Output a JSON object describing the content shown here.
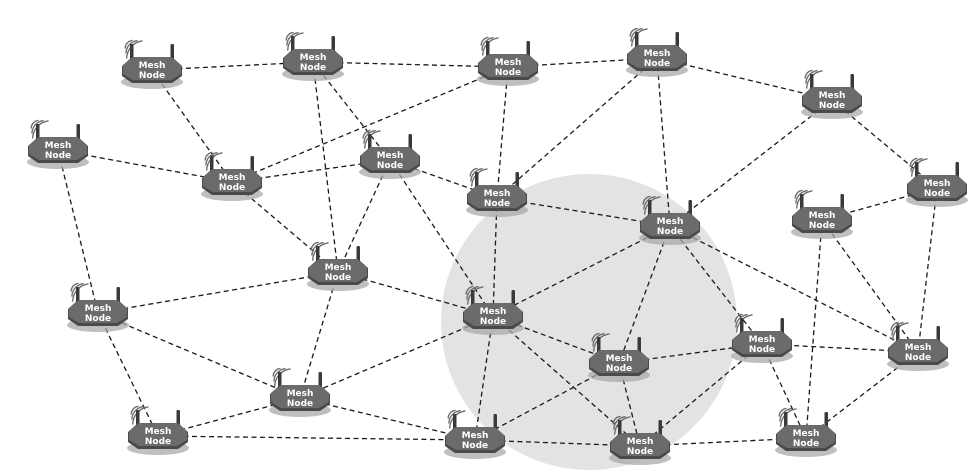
{
  "diagram": {
    "highlight_zone": {
      "fill": "#e3e3e3"
    },
    "node_style": {
      "body": "#6b6b6b",
      "body_dark": "#4a4a4a",
      "shadow": "#a9a9a9",
      "antenna": "#3a3a3a",
      "label_color": "#ffffff"
    },
    "nodes": [
      {
        "id": "n1",
        "label": [
          "Mesh",
          "Node"
        ]
      },
      {
        "id": "n2",
        "label": [
          "Mesh",
          "Node"
        ]
      },
      {
        "id": "n3",
        "label": [
          "Mesh",
          "Node"
        ]
      },
      {
        "id": "n4",
        "label": [
          "Mesh",
          "Node"
        ]
      },
      {
        "id": "n5",
        "label": [
          "Mesh",
          "Node"
        ]
      },
      {
        "id": "n6",
        "label": [
          "Mesh",
          "Node"
        ]
      },
      {
        "id": "n7",
        "label": [
          "Mesh",
          "Node"
        ]
      },
      {
        "id": "n8",
        "label": [
          "Mesh",
          "Node"
        ]
      },
      {
        "id": "n9",
        "label": [
          "Mesh",
          "Node"
        ]
      },
      {
        "id": "n10",
        "label": [
          "Mesh",
          "Node"
        ]
      },
      {
        "id": "n11",
        "label": [
          "Mesh",
          "Node"
        ]
      },
      {
        "id": "n12",
        "label": [
          "Mesh",
          "Node"
        ]
      },
      {
        "id": "n13",
        "label": [
          "Mesh",
          "Node"
        ]
      },
      {
        "id": "n14",
        "label": [
          "Mesh",
          "Node"
        ]
      },
      {
        "id": "n15",
        "label": [
          "Mesh",
          "Node"
        ]
      },
      {
        "id": "n16",
        "label": [
          "Mesh",
          "Node"
        ]
      },
      {
        "id": "n17",
        "label": [
          "Mesh",
          "Node"
        ]
      },
      {
        "id": "n18",
        "label": [
          "Mesh",
          "Node"
        ]
      },
      {
        "id": "n19",
        "label": [
          "Mesh",
          "Node"
        ]
      },
      {
        "id": "n20",
        "label": [
          "Mesh",
          "Node"
        ]
      },
      {
        "id": "n21",
        "label": [
          "Mesh",
          "Node"
        ]
      },
      {
        "id": "n22",
        "label": [
          "Mesh",
          "Node"
        ]
      },
      {
        "id": "n23",
        "label": [
          "Mesh",
          "Node"
        ]
      }
    ],
    "links": [
      [
        "n1",
        "n2"
      ],
      [
        "n2",
        "n3"
      ],
      [
        "n3",
        "n4"
      ],
      [
        "n4",
        "n5"
      ],
      [
        "n1",
        "n7"
      ],
      [
        "n2",
        "n8"
      ],
      [
        "n6",
        "n7"
      ],
      [
        "n6",
        "n9"
      ],
      [
        "n7",
        "n8"
      ],
      [
        "n3",
        "n7"
      ],
      [
        "n2",
        "n10"
      ],
      [
        "n7",
        "n10"
      ],
      [
        "n8",
        "n10"
      ],
      [
        "n3",
        "n11"
      ],
      [
        "n8",
        "n11"
      ],
      [
        "n4",
        "n11"
      ],
      [
        "n4",
        "n12"
      ],
      [
        "n11",
        "n12"
      ],
      [
        "n5",
        "n12"
      ],
      [
        "n5",
        "n13"
      ],
      [
        "n13",
        "n14"
      ],
      [
        "n13",
        "n16"
      ],
      [
        "n14",
        "n16"
      ],
      [
        "n12",
        "n16"
      ],
      [
        "n9",
        "n10"
      ],
      [
        "n10",
        "n15"
      ],
      [
        "n8",
        "n15"
      ],
      [
        "n11",
        "n15"
      ],
      [
        "n12",
        "n15"
      ],
      [
        "n15",
        "n18"
      ],
      [
        "n12",
        "n18"
      ],
      [
        "n15",
        "n21"
      ],
      [
        "n9",
        "n17"
      ],
      [
        "n10",
        "n17"
      ],
      [
        "n9",
        "n20"
      ],
      [
        "n17",
        "n20"
      ],
      [
        "n17",
        "n21"
      ],
      [
        "n20",
        "n21"
      ],
      [
        "n18",
        "n21"
      ],
      [
        "n18",
        "n22"
      ],
      [
        "n21",
        "n22"
      ],
      [
        "n18",
        "n19"
      ],
      [
        "n22",
        "n19"
      ],
      [
        "n16",
        "n19"
      ],
      [
        "n16",
        "n23"
      ],
      [
        "n19",
        "n23"
      ],
      [
        "n14",
        "n23"
      ],
      [
        "n22",
        "n15"
      ],
      [
        "n12",
        "n19"
      ],
      [
        "n22",
        "n23"
      ],
      [
        "n17",
        "n15"
      ]
    ]
  }
}
